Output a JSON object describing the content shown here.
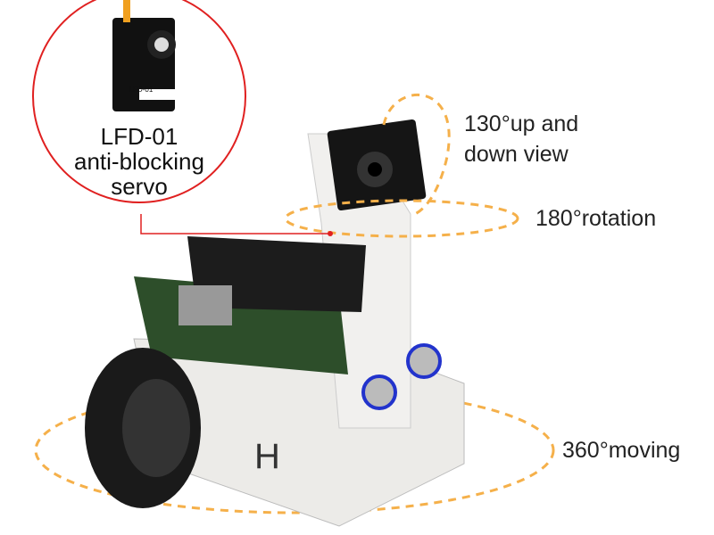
{
  "callout": {
    "model": "LFD-01",
    "line2": "anti-blocking",
    "line3": "servo",
    "servo_label": "LFD-01"
  },
  "annotations": {
    "tilt": [
      "130°up and",
      "down view"
    ],
    "pan": "180°rotation",
    "moving": "360°moving"
  },
  "colors": {
    "arrow": "#f5b04a",
    "callout": "#e02020"
  }
}
